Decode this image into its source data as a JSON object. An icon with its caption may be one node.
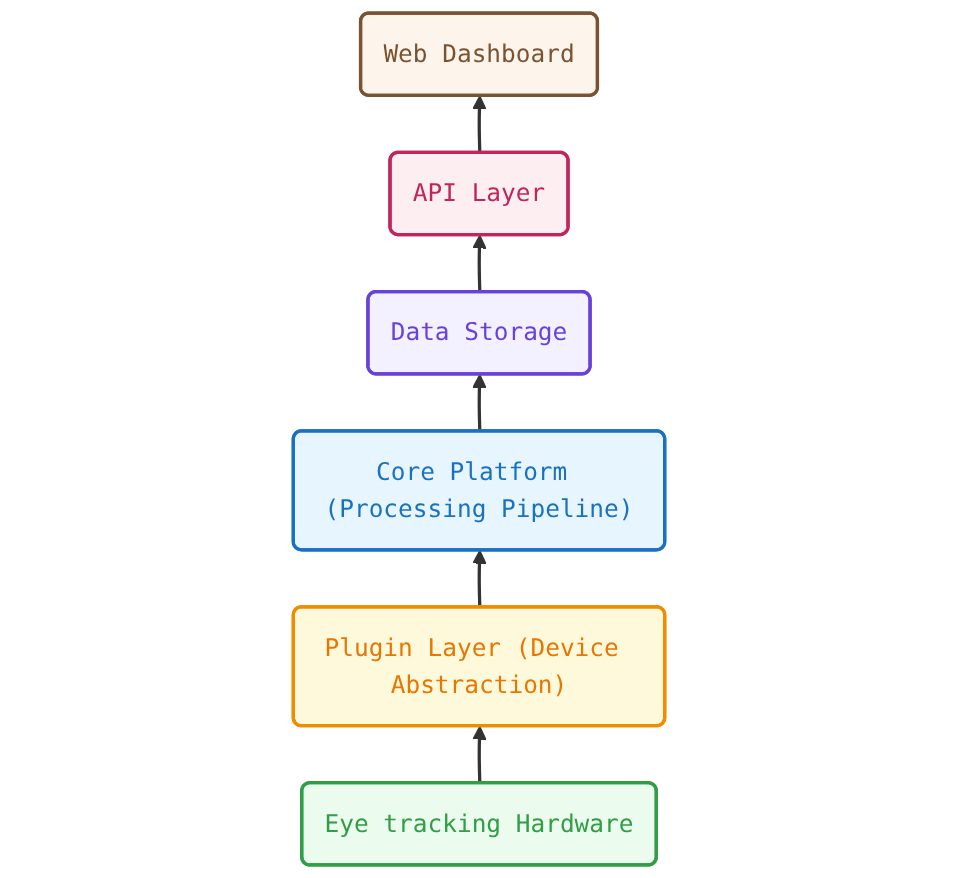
{
  "diagram": {
    "nodes": [
      {
        "text": [
          "Web Dashboard"
        ]
      },
      {
        "text": [
          "API Layer"
        ]
      },
      {
        "text": [
          "Core Platform (Processing Pipeline)"
        ]
      },
      {
        "text": [
          "Data Storage"
        ]
      },
      {
        "text": [
          "Plugin Layer (Device Abstraction)"
        ]
      },
      {
        "text": [
          "Eye tracking Hardware"
        ]
      }
    ],
    "edges": [
      {
        "from": 1,
        "to": 0,
        "arrow": "to"
      },
      {
        "from": 3,
        "to": 1,
        "arrow": "to"
      },
      {
        "from": 2,
        "to": 3,
        "arrow": "to"
      },
      {
        "from": 4,
        "to": 2,
        "arrow": "to"
      },
      {
        "from": 5,
        "to": 4,
        "arrow": "to"
      }
    ]
  }
}
